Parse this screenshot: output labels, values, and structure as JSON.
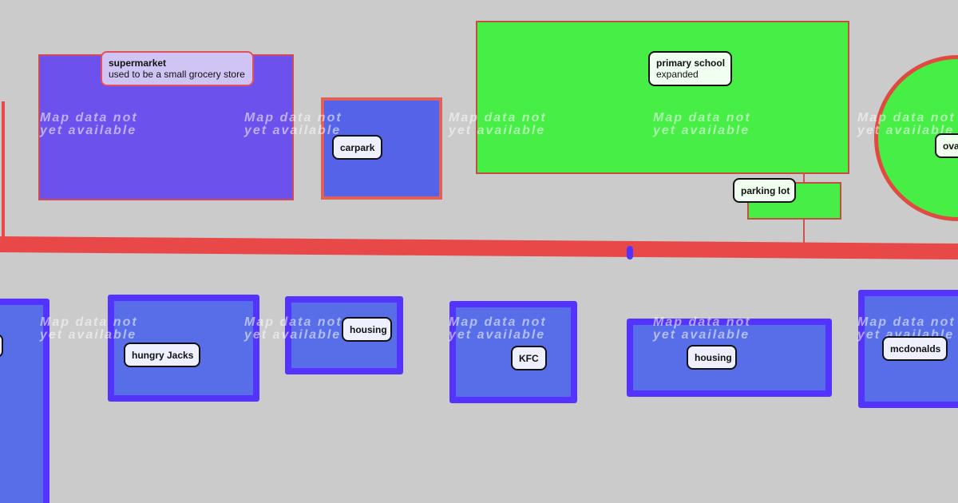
{
  "watermark": {
    "line1": "Map data not",
    "line2": "yet available"
  },
  "places": {
    "supermarket": {
      "title": "supermarket",
      "desc": "used to be a small grocery store"
    },
    "carpark": {
      "title": "carpark"
    },
    "primary_school": {
      "title": "primary school",
      "desc": "expanded"
    },
    "parking_lot": {
      "title": "parking lot"
    },
    "oval": {
      "title": "oval"
    },
    "hungry_jacks": {
      "title": "hungry Jacks"
    },
    "housing_1": {
      "title": "housing"
    },
    "kfc": {
      "title": "KFC"
    },
    "housing_2": {
      "title": "housing"
    },
    "mcdonalds": {
      "title": "mcdonalds"
    }
  },
  "colors": {
    "road": "#e84848",
    "building": "#5570e8",
    "building_border": "#5533ff",
    "school": "#46ee46",
    "supermarket": "#6a50ea"
  }
}
